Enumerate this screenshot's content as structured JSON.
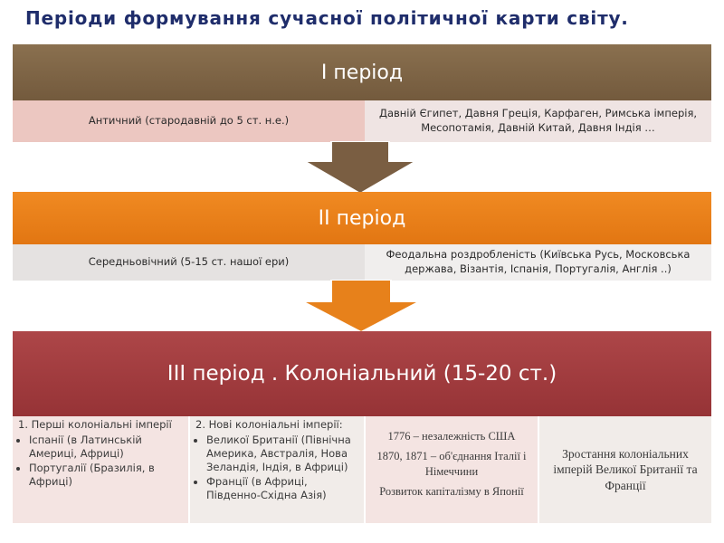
{
  "title": "Періоди формування сучасної політичної карти світу.",
  "colors": {
    "period1": "#735a3d",
    "period2": "#e27612",
    "period3": "#963336",
    "title": "#1f2d6b"
  },
  "period1": {
    "header": "І період",
    "left": "Античний (стародавній до 5 ст. н.е.)",
    "right": "Давній Єгипет, Давня Греція, Карфаген, Римська імперія, Месопотамія, Давній Китай, Давня Індія …"
  },
  "period2": {
    "header": "ІІ період",
    "left": "Середньовічний (5-15 ст. нашої ери)",
    "right": "Феодальна роздробленість (Київська Русь, Московська держава, Візантія, Іспанія, Португалія, Англія ..)"
  },
  "period3": {
    "header": "ІІІ період . Колоніальний (15-20 ст.)",
    "col1": {
      "heading": "1. Перші колоніальні імперії",
      "items": [
        "Іспанії (в Латинській Америці, Африці)",
        "Португалії (Бразилія, в Африці)"
      ]
    },
    "col2": {
      "heading": "2. Нові колоніальні імперії:",
      "items": [
        "Великої Британії (Північна Америка, Австралія, Нова Зеландія, Індія, в Африці)",
        "Франції  (в Африці, Південно-Східна Азія)"
      ]
    },
    "col3": {
      "lines": [
        "1776 – незалежність США",
        "1870, 1871 – об'єднання Італії і Німеччини",
        "Розвиток капіталізму в Японії"
      ]
    },
    "col4": "Зростання колоніальних імперій Великої Британії та Франції"
  }
}
